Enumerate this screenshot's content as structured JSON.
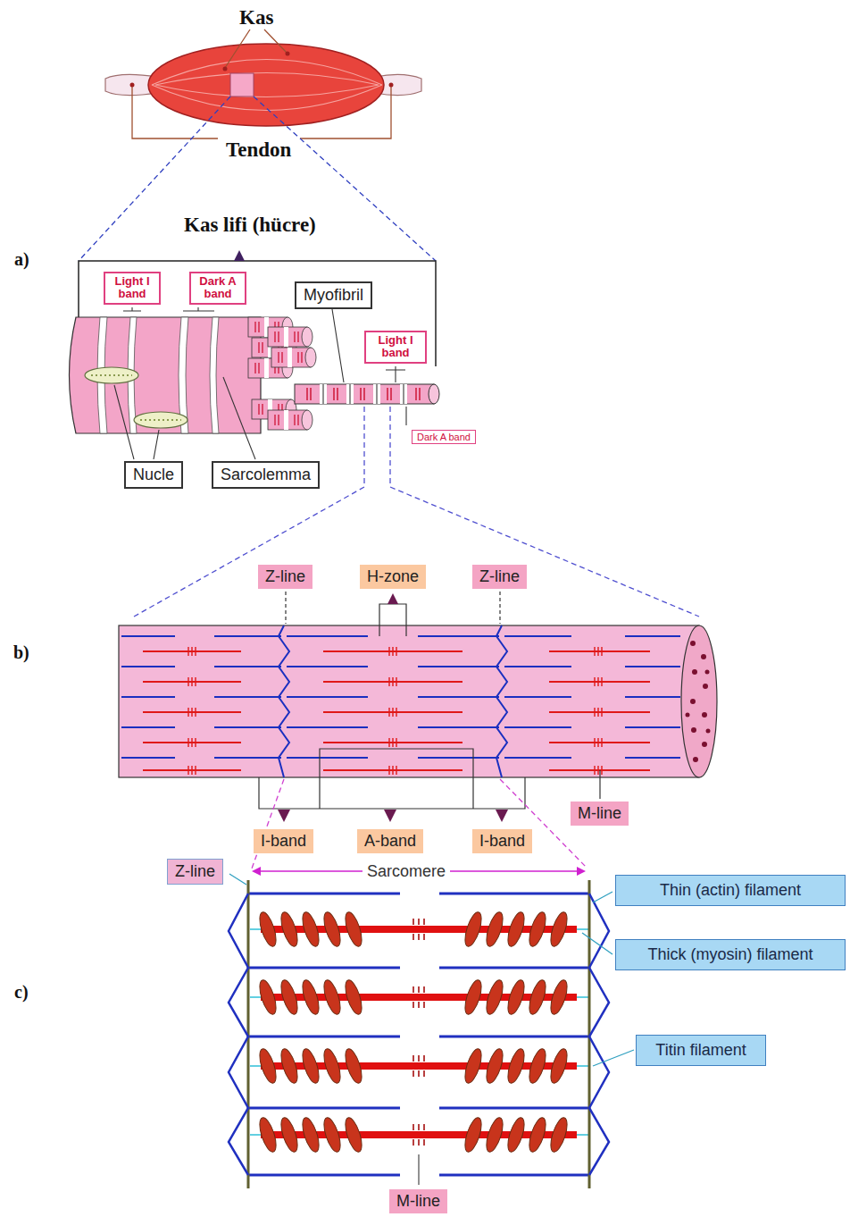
{
  "diagram": {
    "nodes": [
      {
        "text": [
          "Light I band"
        ]
      },
      {
        "text": [
          "Dark A band"
        ]
      },
      {
        "text": [
          "Myofibril"
        ]
      },
      {
        "text": [
          "Light I band"
        ]
      },
      {
        "text": [
          "Dark A band"
        ]
      },
      {
        "text": [
          "Nucle"
        ]
      },
      {
        "text": [
          "Sarcolemma"
        ]
      },
      {
        "text": [
          "Z-line"
        ]
      },
      {
        "text": [
          "H-zone"
        ]
      },
      {
        "text": [
          "Z-line"
        ]
      },
      {
        "text": [
          "M-line"
        ]
      },
      {
        "text": [
          "I-band"
        ]
      },
      {
        "text": [
          "A-band"
        ]
      },
      {
        "text": [
          "I-band"
        ]
      },
      {
        "text": [
          "Z-line"
        ]
      },
      {
        "text": [
          "Thin (actin) filament"
        ]
      },
      {
        "text": [
          "Thick (myosin) filament"
        ]
      },
      {
        "text": [
          "Titin filament"
        ]
      },
      {
        "text": [
          "M-line"
        ]
      }
    ],
    "labels": [
      "Kas",
      "Tendon",
      "Kas lifi (hücre)",
      "a)",
      "b)",
      "c)",
      "Sarcomere"
    ]
  }
}
